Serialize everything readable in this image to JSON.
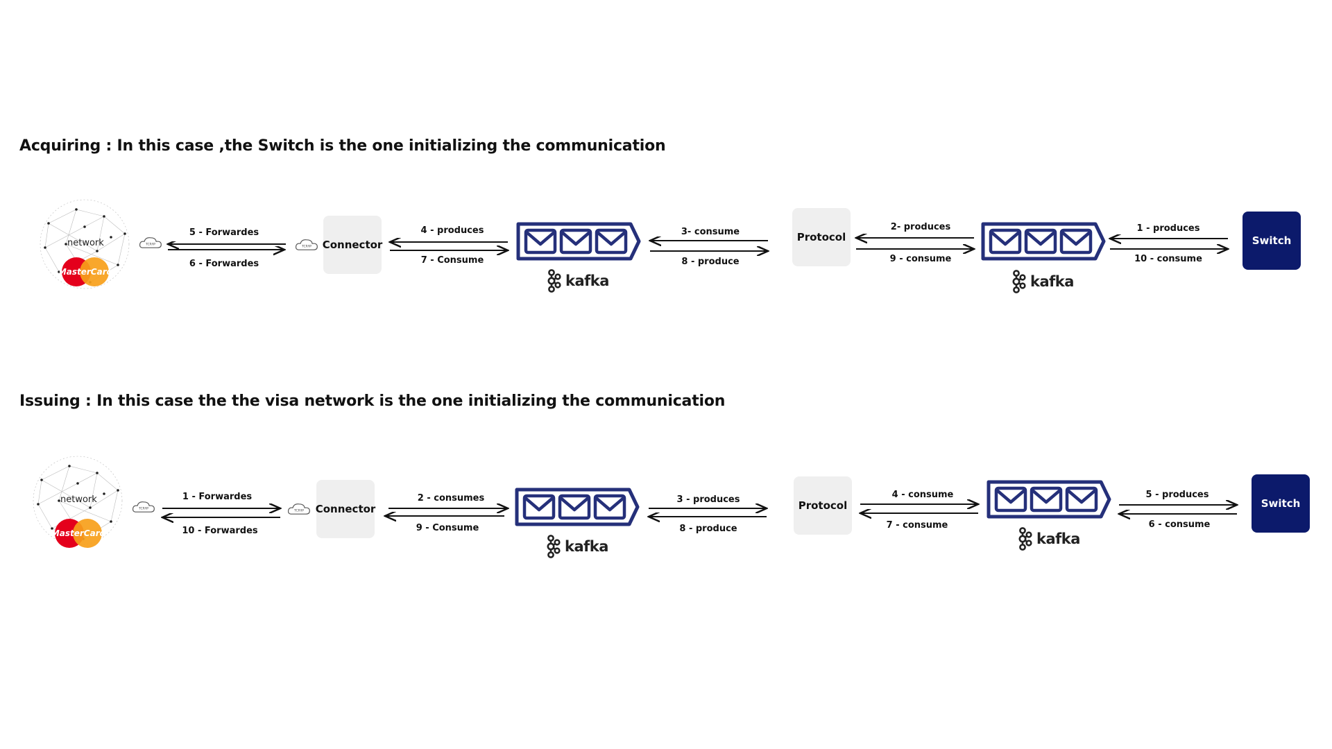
{
  "acquiring": {
    "title": "Acquiring : In this case ,the Switch is the one initializing the communication",
    "network_label": "network",
    "card_brand": "MasterCard",
    "tcp_label": "TCP/IP",
    "connector": "Connector",
    "protocol": "Protocol",
    "switch": "Switch",
    "kafka": "kafka",
    "arrows": {
      "net_top": "5 - Forwardes",
      "net_bottom": "6 - Forwardes",
      "conn_top": "4 - produces",
      "conn_bottom": "7 - Consume",
      "proto_left_top": "3- consume",
      "proto_left_bottom": "8 - produce",
      "proto_right_top": "2- produces",
      "proto_right_bottom": "9 - consume",
      "switch_top": "1 - produces",
      "switch_bottom": "10 - consume"
    }
  },
  "issuing": {
    "title": "Issuing : In this case the the visa network is the one initializing the communication",
    "network_label": "network",
    "card_brand": "MasterCard",
    "tcp_label": "TCP/IP",
    "connector": "Connector",
    "protocol": "Protocol",
    "switch": "Switch",
    "kafka": "kafka",
    "arrows": {
      "net_top": "1 - Forwardes",
      "net_bottom": "10 - Forwardes",
      "conn_top": "2 - consumes",
      "conn_bottom": "9 - Consume",
      "proto_left_top": "3 - produces",
      "proto_left_bottom": "8 - produce",
      "proto_right_top": "4 - consume",
      "proto_right_bottom": "7 - consume",
      "switch_top": "5 - produces",
      "switch_bottom": "6 - consume"
    }
  },
  "colors": {
    "navy": "#0c1a6b",
    "queue_stroke": "#25307a",
    "box_gray": "#efefef",
    "mc_red": "#e4001c",
    "mc_orange": "#f7a01a"
  }
}
